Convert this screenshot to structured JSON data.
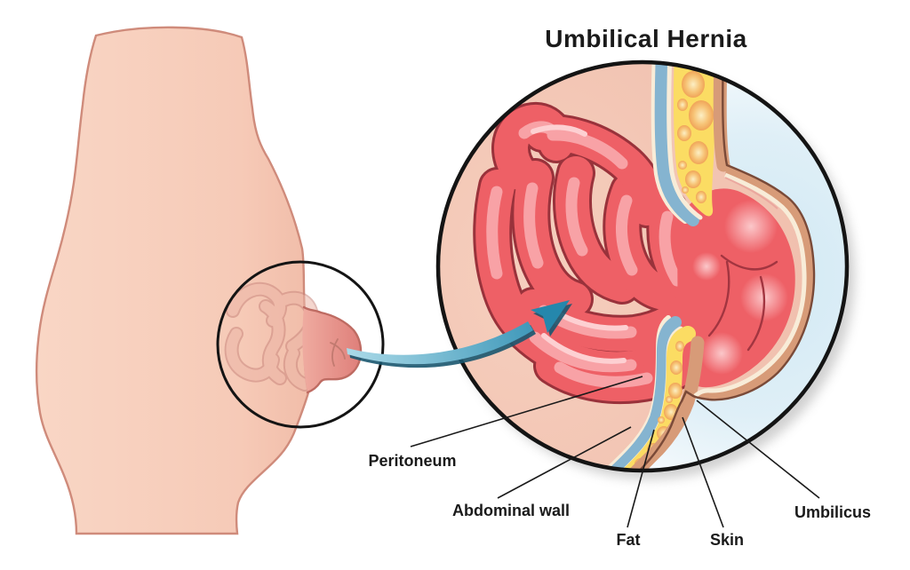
{
  "title": "Umbilical Hernia",
  "labels": {
    "peritoneum": "Peritoneum",
    "abdominal_wall": "Abdominal wall",
    "fat": "Fat",
    "skin": "Skin",
    "umbilicus": "Umbilicus"
  },
  "icons": {
    "zoom_arrow": "curved-zoom-arrow"
  },
  "palette": {
    "background": "#ffffff",
    "body_skin": "#f7cdba",
    "body_outline": "#cf8b7b",
    "hernia_bulge_pink": "#e2837d",
    "cavity_pink": "#f2c3b2",
    "intestine_red": "#ee6066",
    "intestine_outline": "#8e2f38",
    "intestine_highlight": "#f8a2a6",
    "peritoneum_blue": "#85b4d0",
    "membrane_cream": "#f8ecd8",
    "fat_yellow": "#fbdc63",
    "fat_bubble_orange": "#f4ac5e",
    "skin_layer_tan": "#d79b78",
    "wall_outline_brown": "#7a4a38",
    "detail_background_blue": "#d3eaf4",
    "arrow_teal": "#2b8cb1",
    "circle_outline": "#141414",
    "label_text": "#1a1a1a"
  }
}
